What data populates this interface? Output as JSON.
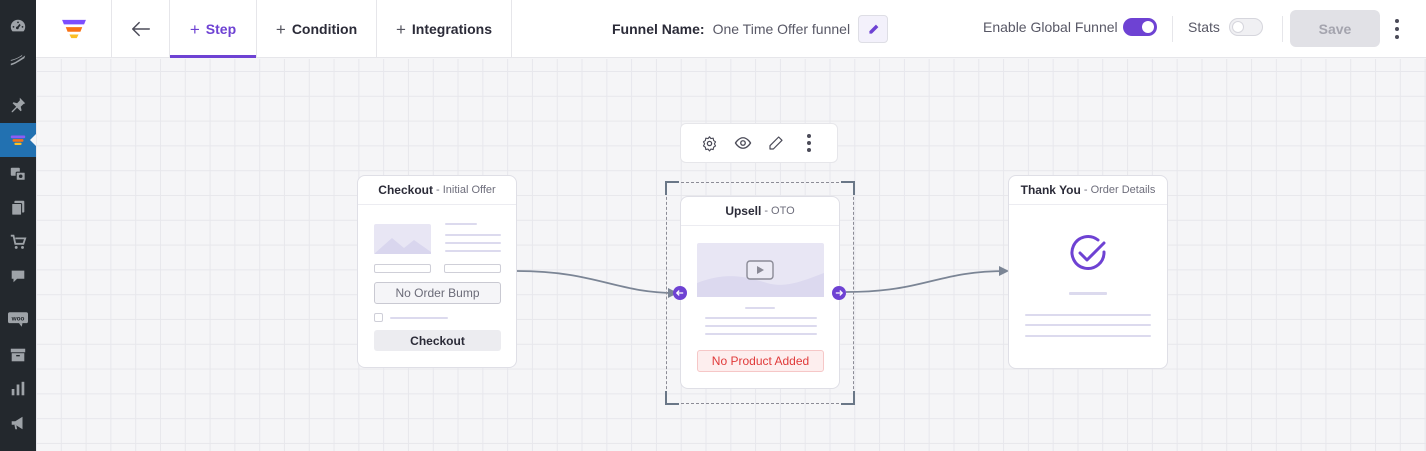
{
  "wp_sidebar": {
    "items": [
      {
        "icon": "dashboard-icon"
      },
      {
        "icon": "pen-stroke-icon"
      },
      {
        "icon": "pin-icon"
      },
      {
        "icon": "funnel-plugin-icon",
        "active": true
      },
      {
        "icon": "media-icon"
      },
      {
        "icon": "pages-icon"
      },
      {
        "icon": "cart-icon"
      },
      {
        "icon": "comments-icon"
      },
      {
        "icon": "woo-icon",
        "text": "woo"
      },
      {
        "icon": "archive-icon"
      },
      {
        "icon": "bar-chart-icon"
      },
      {
        "icon": "megaphone-icon"
      }
    ]
  },
  "header": {
    "tabs": [
      {
        "label": "Step",
        "active": true
      },
      {
        "label": "Condition"
      },
      {
        "label": "Integrations"
      }
    ],
    "funnel_name_label": "Funnel Name:",
    "funnel_name_value": "One Time Offer funnel",
    "global_funnel_label": "Enable Global Funnel",
    "global_funnel_enabled": true,
    "stats_label": "Stats",
    "stats_enabled": false,
    "save_label": "Save",
    "accent_color": "#6e42d3"
  },
  "canvas": {
    "nodes": {
      "checkout": {
        "title": "Checkout",
        "subtitle": "- Initial Offer",
        "order_bump_label": "No Order Bump",
        "button_label": "Checkout"
      },
      "upsell": {
        "title": "Upsell",
        "subtitle": "- OTO",
        "status_label": "No Product Added",
        "status_color": "#e03a3a"
      },
      "thankyou": {
        "title": "Thank You",
        "subtitle": "- Order Details"
      }
    },
    "node_toolbar": [
      "settings-icon",
      "eye-icon",
      "pencil-icon",
      "more-vertical-icon"
    ]
  }
}
